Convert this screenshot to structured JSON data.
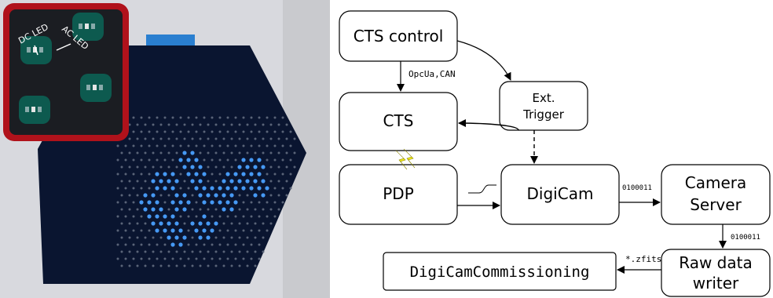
{
  "photo": {
    "inset_labels": {
      "dc_led": "DC LED",
      "ac_led": "AC LED"
    },
    "colors": {
      "inset_border": "#b0121b",
      "board": "#0a1530",
      "led_glow": "#4aa0ff"
    }
  },
  "diagram": {
    "nodes": {
      "cts_control": "CTS control",
      "cts": "CTS",
      "ext_trigger_line1": "Ext.",
      "ext_trigger_line2": "Trigger",
      "pdp": "PDP",
      "digicam": "DigiCam",
      "camera_server_line1": "Camera",
      "camera_server_line2": "Server",
      "raw_data_writer_line1": "Raw data",
      "raw_data_writer_line2": "writer",
      "commissioning": "DigiCamCommissioning"
    },
    "edge_labels": {
      "opcua_can": "OpcUa,CAN",
      "bits_digicam_server": "0100011",
      "bits_server_writer": "0100011",
      "zfits": "*.zfits"
    },
    "colors": {
      "lightning": "#f2ea1a",
      "stroke": "#000000"
    }
  }
}
